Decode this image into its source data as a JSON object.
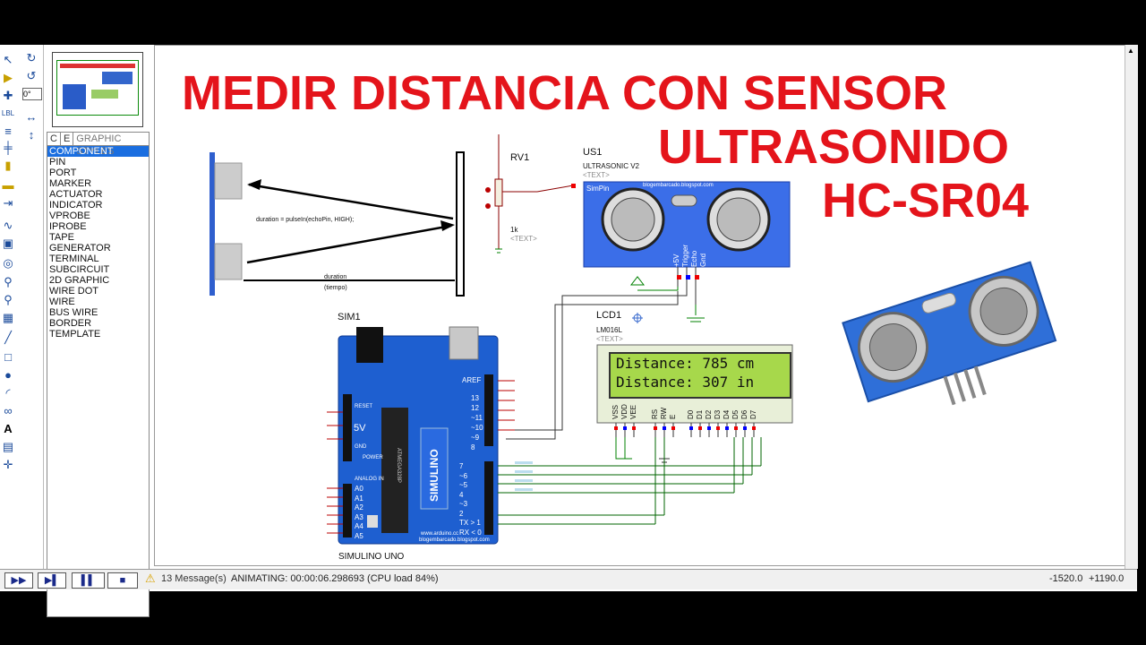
{
  "title": {
    "line1": "MEDIR DISTANCIA CON SENSOR",
    "line2": "ULTRASONIDO",
    "line3": "HC-SR04"
  },
  "toolbar": {
    "angle_field": "0°"
  },
  "component_list": {
    "tab_c": "C",
    "tab_e": "E",
    "header": "GRAPHIC STYLES",
    "items": [
      "COMPONENT",
      "PIN",
      "PORT",
      "MARKER",
      "ACTUATOR",
      "INDICATOR",
      "VPROBE",
      "IPROBE",
      "TAPE",
      "GENERATOR",
      "TERMINAL",
      "SUBCIRCUIT",
      "2D GRAPHIC",
      "WIRE DOT",
      "WIRE",
      "BUS WIRE",
      "BORDER",
      "TEMPLATE"
    ],
    "selected": "COMPONENT"
  },
  "diagram": {
    "formula": "duration = pulseIn(echoPin, HIGH);",
    "duration": "duration",
    "tiempo": "(tiempo)"
  },
  "rv1": {
    "name": "RV1",
    "value": "1k",
    "text": "<TEXT>"
  },
  "us1": {
    "name": "US1",
    "model": "ULTRASONIC V2",
    "text": "<TEXT>",
    "simpin": "SimPin",
    "url": "blogembarcado.blogspot.com",
    "pins": [
      "+5V",
      "Trigger",
      "Echo",
      "Gnd"
    ]
  },
  "lcd1": {
    "name": "LCD1",
    "model": "LM016L",
    "text": "<TEXT>",
    "line1": "Distance: 785 cm",
    "line2": "Distance: 307 in",
    "pins": [
      "VSS",
      "VDD",
      "VEE",
      "RS",
      "RW",
      "E",
      "D0",
      "D1",
      "D2",
      "D3",
      "D4",
      "D5",
      "D6",
      "D7"
    ]
  },
  "sim1": {
    "name": "SIM1",
    "label": "SIMULINO UNO",
    "aref": "AREF",
    "reset": "RESET",
    "v5": "5V",
    "gnd": "GND",
    "power": "POWER",
    "analog": "ANALOG IN",
    "analog_pins": [
      "A0",
      "A1",
      "A2",
      "A3",
      "A4",
      "A5"
    ],
    "digital_pins_top": [
      "13",
      "12",
      "~11",
      "~10",
      "~9",
      "8"
    ],
    "digital_pins_bottom": [
      "7",
      "~6",
      "~5",
      "4",
      "~3",
      "2",
      "TX > 1",
      "RX < 0"
    ],
    "brand": "SIMULINO",
    "site": "www.arduino.cc",
    "blog": "blogembarcado.blogspot.com",
    "chip": "ATMEGA328P"
  },
  "statusbar": {
    "messages": "13 Message(s)",
    "status": "ANIMATING: 00:00:06.298693 (CPU load 84%)",
    "coord_x": "-1520.0",
    "coord_y": "+1190.0"
  },
  "colors": {
    "title_red": "#e4141b",
    "sensor_blue": "#2f5fce",
    "board_blue": "#1e5fd0",
    "lcd_green": "#a7d84b",
    "wire_green": "#1a6a1a"
  }
}
